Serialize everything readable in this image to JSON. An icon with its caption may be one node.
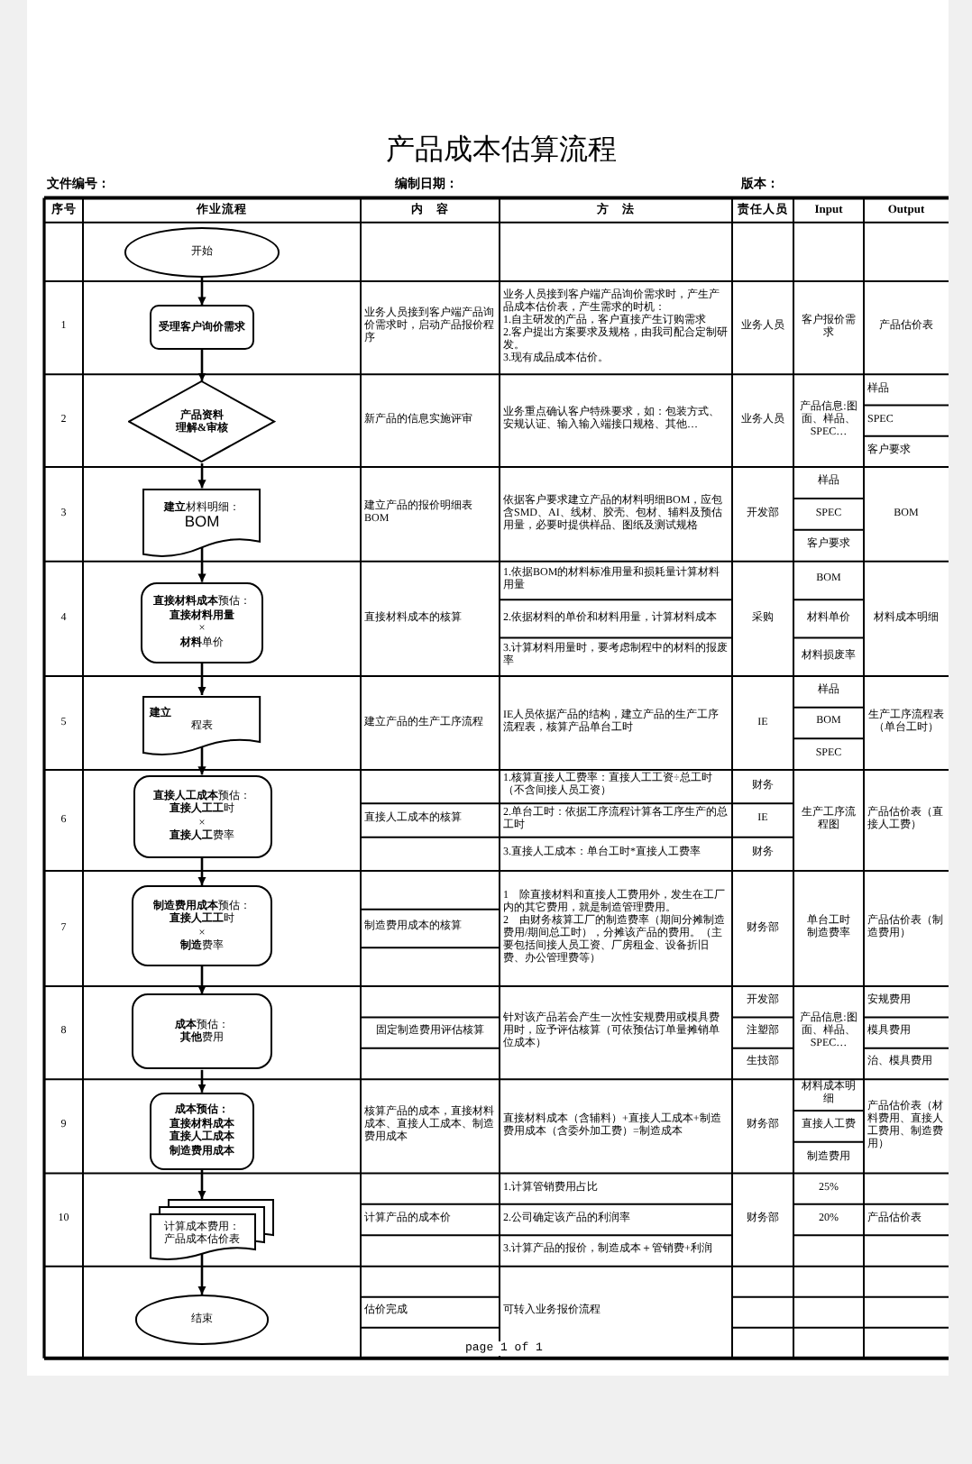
{
  "diagram": {
    "title": "产品成本估算流程",
    "nodes": [
      {
        "text": [
          "开始"
        ]
      },
      {
        "text": [
          "受理客户询价需求"
        ]
      },
      {
        "text": [
          "产品资料",
          "理解&审核"
        ]
      },
      {
        "text": [
          "**建立**材料明细：",
          "BOM"
        ]
      },
      {
        "text": [
          "**直接材料成本**预估：",
          "直接材料用量",
          "×",
          "**材料**单价"
        ]
      },
      {
        "text": [
          "建立",
          "程表"
        ]
      },
      {
        "text": [
          "**直接人工成本**预估：",
          "**直接人工工**时",
          "×",
          "**直接人工**费率"
        ]
      },
      {
        "text": [
          "**制造费用成本**预估：",
          "**直接人工工**时",
          "×",
          "**制造**费率"
        ]
      },
      {
        "text": [
          "**成本**预估：",
          "**其他**费用"
        ]
      },
      {
        "text": [
          "成本预估：",
          "直接材料成本",
          "直接人工成本",
          "制造费用成本"
        ]
      },
      {
        "text": [
          "计算成本费用：",
          "产品成本估价表"
        ]
      },
      {
        "text": [
          "结束"
        ]
      }
    ],
    "edges": [
      {
        "from": 0,
        "to": 1,
        "arrow": "to"
      },
      {
        "from": 1,
        "to": 2,
        "arrow": "to"
      },
      {
        "from": 2,
        "to": 3,
        "arrow": "to"
      },
      {
        "from": 3,
        "to": 4,
        "arrow": "to"
      },
      {
        "from": 4,
        "to": 5,
        "arrow": "to"
      },
      {
        "from": 5,
        "to": 6,
        "arrow": "to"
      },
      {
        "from": 6,
        "to": 7,
        "arrow": "to"
      },
      {
        "from": 7,
        "to": 8,
        "arrow": "to"
      },
      {
        "from": 8,
        "to": 9,
        "arrow": "to"
      },
      {
        "from": 9,
        "to": 10,
        "arrow": "to"
      },
      {
        "from": 10,
        "to": 11,
        "arrow": "to"
      }
    ],
    "labels": [
      "文件编号：",
      "编制日期：",
      "版本：",
      "序号",
      "作业流程",
      "内　容",
      "方　法",
      "责任人员",
      "Input",
      "Output",
      "1",
      "业务人员接到客户端产品询价需求时，启动产品报价程序",
      "业务人员接到客户端产品询价需求时，产生产品成本估价表，产生需求的时机：",
      "1.自主研发的产品，客户直接产生订购需求",
      "2.客户提出方案要求及规格，由我司配合定制研发。",
      "3.现有成品成本估价。",
      "业务人员",
      "客户报价需求",
      "产品估价表",
      "2",
      "新产品的信息实施评审",
      "业务重点确认客户特殊要求，如：包装方式、安规认证、输入输入端接口规格、其他…",
      "业务人员",
      "产品信息:图面、样品、SPEC…",
      "样品",
      "SPEC",
      "客户要求",
      "3",
      "建立产品的报价明细表BOM",
      "依据客户要求建立产品的材料明细BOM，应包含SMD、AI、线材、胶壳、包材、辅料及预估用量，必要时提供样品、图纸及测试规格",
      "开发部",
      "样品",
      "SPEC",
      "客户要求",
      "BOM",
      "4",
      "直接材料成本的核算",
      "1.依据BOM的材料标准用量和损耗量计算材料用量",
      "2.依据材料的单价和材料用量，计算材料成本",
      "3.计算材料用量时，要考虑制程中的材料的报废率",
      "采购",
      "BOM",
      "材料单价",
      "材料损废率",
      "材料成本明细",
      "5",
      "建立产品的生产工序流程",
      "IE人员依据产品的结构，建立产品的生产工序流程表，核算产品单台工时",
      "IE",
      "样品",
      "BOM",
      "SPEC",
      "生产工序流程表（单台工时）",
      "6",
      "直接人工成本的核算",
      "1.核算直接人工费率：直接人工工资÷总工时（不含间接人员工资）",
      "2.单台工时：依据工序流程计算各工序生产的总工时",
      "3.直接人工成本：单台工时*直接人工费率",
      "财务",
      "IE",
      "财务",
      "生产工序流程图",
      "产品估价表（直接人工费）",
      "7",
      "制造费用成本的核算",
      "1　除直接材料和直接人工费用外，发生在工厂内的其它费用，就是制造管理费用。",
      "2　由财务核算工厂的制造费率（期间分摊制造费用/期间总工时），分摊该产品的费用。（主要包括间接人员工资、厂房租金、设备折旧费、办公管理费等）",
      "财务部",
      "单台工时",
      "制造费率",
      "产品估价表（制造费用）",
      "8",
      "固定制造费用评估核算",
      "针对该产品若会产生一次性安规费用或模具费用时，应予评估核算（可依预估订单量摊销单位成本）",
      "开发部",
      "注塑部",
      "生技部",
      "产品信息:图面、样品、SPEC…",
      "安规费用",
      "模具费用",
      "治、模具费用",
      "9",
      "核算产品的成本，直接材料成本、直接人工成本、制造费用成本",
      "直接材料成本（含辅料）+直接人工成本+制造费用成本（含委外加工费）=制造成本",
      "财务部",
      "材料成本明细",
      "直接人工费",
      "制造费用",
      "产品估价表（材料费用、直接人工费用、制造费用）",
      "10",
      "计算产品的成本价",
      "1.计算管销费用占比",
      "2.公司确定该产品的利润率",
      "3.计算产品的报价，制造成本＋管销费+利润",
      "财务部",
      "25%",
      "20%",
      "产品估价表",
      "估价完成",
      "可转入业务报价流程",
      "page 1 of 1"
    ]
  }
}
